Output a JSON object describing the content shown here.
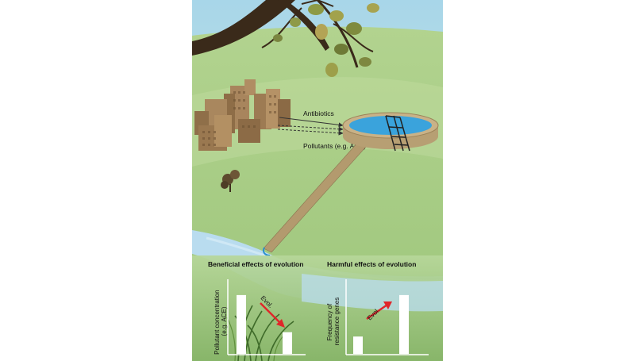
{
  "labels": {
    "antibiotics": "Antibiotics",
    "pollutants": "Pollutants (e.g. ACE)"
  },
  "panels": [
    {
      "title": "Beneficial effects of evolution",
      "ylabel_line1": "Pollutant concentration",
      "ylabel_line2": "(e.g. ACE)",
      "arrow_label": "Evol.",
      "bars": [
        0.95,
        0.35
      ]
    },
    {
      "title": "Harmful effects of evolution",
      "ylabel_line1": "Frequency of",
      "ylabel_line2": "resistance genes",
      "arrow_label": "Evol.",
      "bars": [
        0.28,
        0.95
      ]
    }
  ],
  "colors": {
    "sky": "#bfe0ec",
    "grass": "#a9cc84",
    "water": "#3aa3dc",
    "river": "#b9dcef",
    "pipe": "#b39a6e",
    "building": "#9c7b55",
    "arrow": "#e0262a",
    "bar": "#ffffff"
  }
}
